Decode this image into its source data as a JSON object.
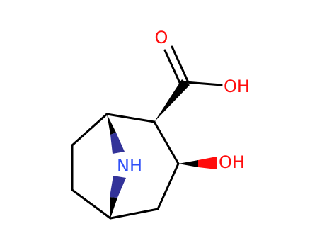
{
  "molecule": {
    "atoms": {
      "carbonyl_oxygen": {
        "text": "O",
        "color": "#ff0d0d"
      },
      "acid_hydroxyl": {
        "text": "OH",
        "color": "#ff0d0d"
      },
      "ring_hydroxyl": {
        "text": "OH",
        "color": "#ff0d0d"
      },
      "bridge_nitrogen": {
        "text": "NH",
        "color": "#3050f8"
      }
    },
    "colors": {
      "bond": "#000000",
      "wedge_oxygen": "#ff0d0d",
      "wedge_nitrogen": "#333399",
      "background": "#ffffff"
    }
  }
}
